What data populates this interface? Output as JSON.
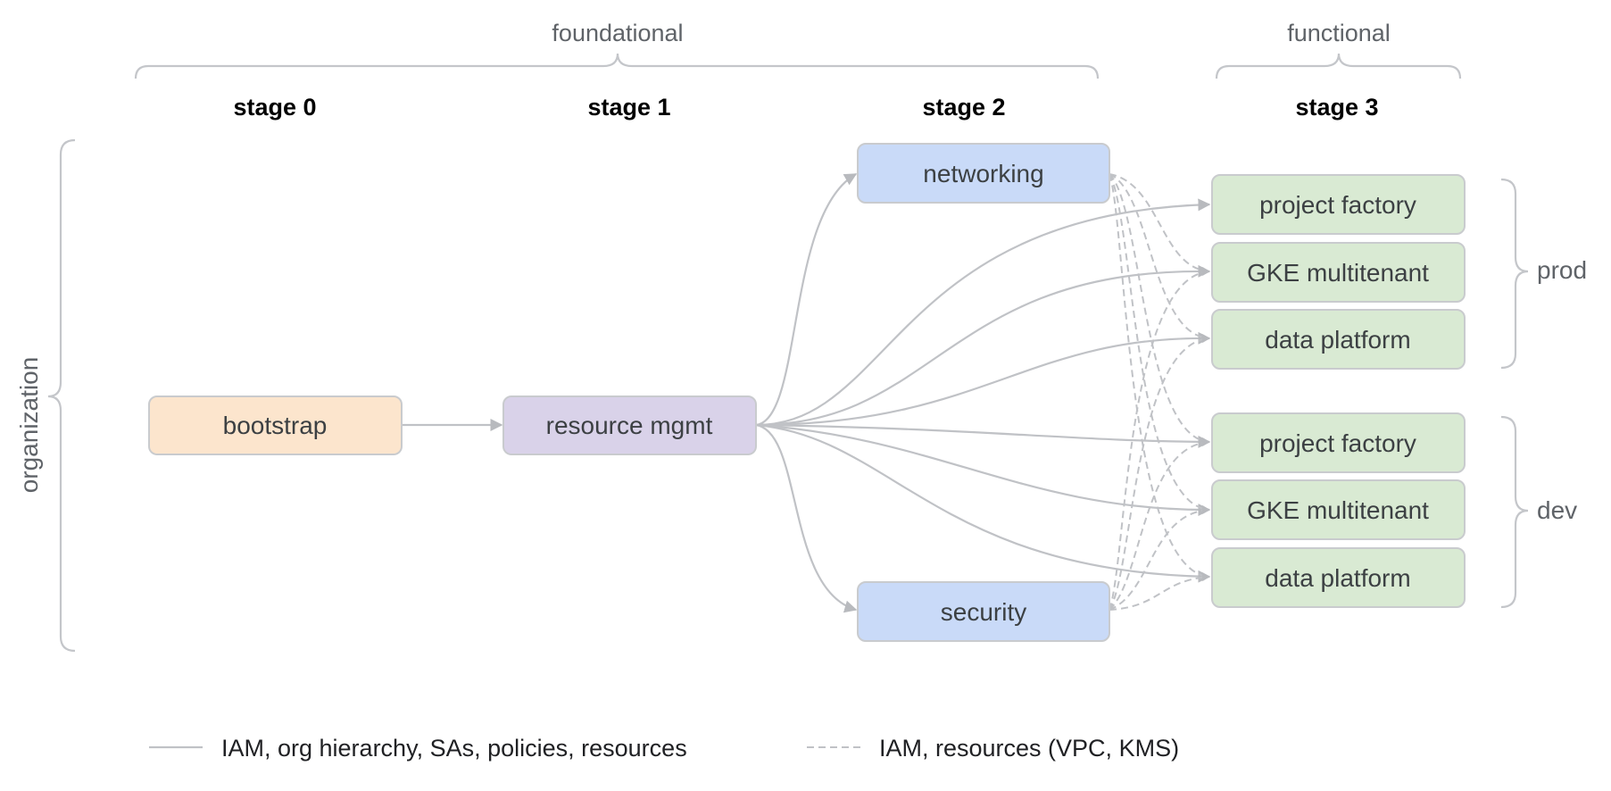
{
  "groups": {
    "foundational": "foundational",
    "functional": "functional"
  },
  "stages": [
    "stage 0",
    "stage 1",
    "stage 2",
    "stage 3"
  ],
  "side_labels": {
    "organization": "organization",
    "prod": "prod",
    "dev": "dev"
  },
  "nodes": {
    "bootstrap": {
      "label": "bootstrap",
      "fill": "#fce5cd",
      "stroke": "#c9cbce"
    },
    "resource_mgmt": {
      "label": "resource mgmt",
      "fill": "#d9d2e9",
      "stroke": "#c9cbce"
    },
    "networking": {
      "label": "networking",
      "fill": "#c9daf8",
      "stroke": "#c9cbce"
    },
    "security": {
      "label": "security",
      "fill": "#c9daf8",
      "stroke": "#c9cbce"
    },
    "prod_project_factory": {
      "label": "project factory",
      "fill": "#d9ead3",
      "stroke": "#c9cbce"
    },
    "prod_gke_multitenant": {
      "label": "GKE multitenant",
      "fill": "#d9ead3",
      "stroke": "#c9cbce"
    },
    "prod_data_platform": {
      "label": "data platform",
      "fill": "#d9ead3",
      "stroke": "#c9cbce"
    },
    "dev_project_factory": {
      "label": "project factory",
      "fill": "#d9ead3",
      "stroke": "#c9cbce"
    },
    "dev_gke_multitenant": {
      "label": "GKE multitenant",
      "fill": "#d9ead3",
      "stroke": "#c9cbce"
    },
    "dev_data_platform": {
      "label": "data platform",
      "fill": "#d9ead3",
      "stroke": "#c9cbce"
    }
  },
  "legend": {
    "solid": "IAM, org hierarchy, SAs, policies, resources",
    "dashed": "IAM, resources (VPC, KMS)"
  },
  "colors": {
    "edge": "#c0c2c6",
    "brace": "#c4c6ca"
  }
}
